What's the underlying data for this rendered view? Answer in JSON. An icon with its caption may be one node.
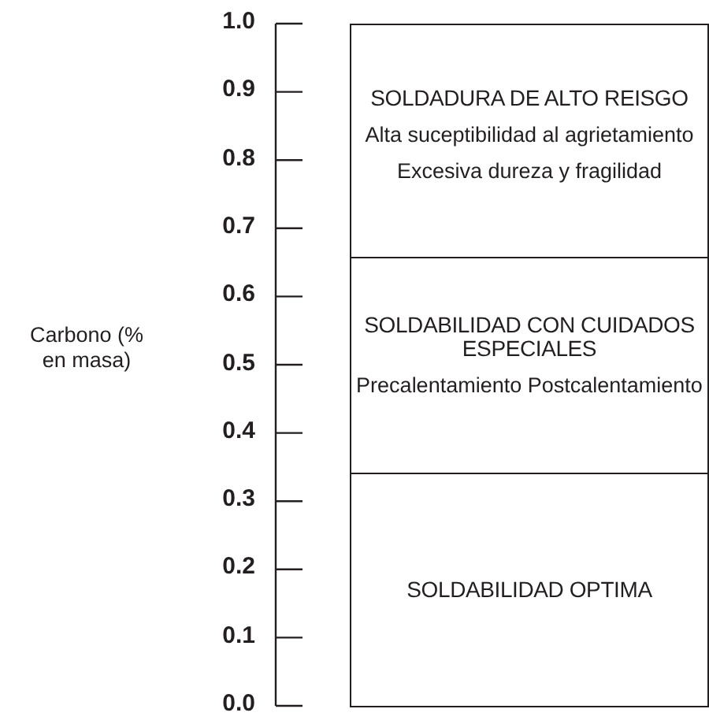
{
  "diagram": {
    "nodes": [
      {
        "text": [
          "SOLDADURA DE ALTO REISGO",
          "Alta suceptibilidad al agrietamiento",
          "Excesiva dureza y fragilidad"
        ]
      },
      {
        "text": [
          "SOLDABILIDAD CON CUIDADOS ESPECIALES",
          "Precalentamiento Postcalentamiento"
        ]
      },
      {
        "text": [
          "SOLDABILIDAD OPTIMA"
        ]
      }
    ],
    "labels": [
      "Carbono (% en masa)",
      "1.0",
      "0.9",
      "0.8",
      "0.7",
      "0.6",
      "0.5",
      "0.4",
      "0.3",
      "0.2",
      "0.1",
      "0.0"
    ]
  }
}
